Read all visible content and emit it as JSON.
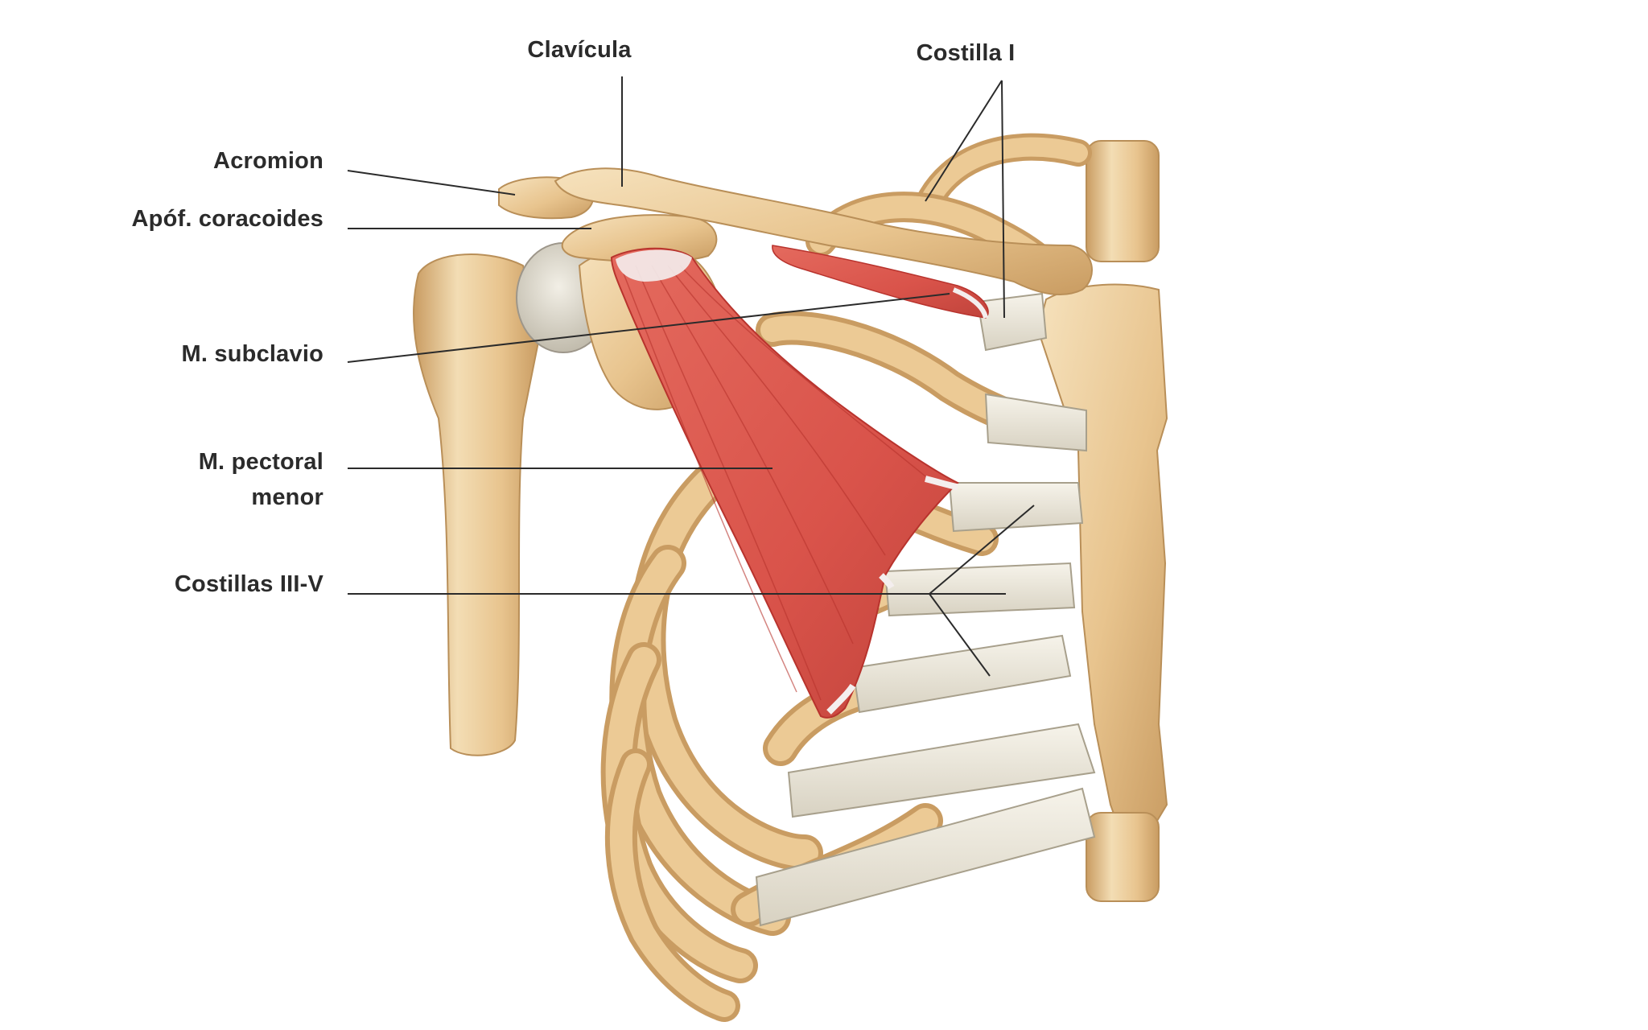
{
  "figure": {
    "labels": {
      "clavicula": "Clavícula",
      "costilla_i": "Costilla I",
      "acromion": "Acromion",
      "apof_coracoides": "Apóf. coracoides",
      "m_subclavio": "M. subclavio",
      "m_pectoral_menor_line1": "M. pectoral",
      "m_pectoral_menor_line2": "menor",
      "costillas_iii_v": "Costillas III-V"
    },
    "colors": {
      "bone": "#e8c48e",
      "bone_shadow": "#c99c62",
      "bone_highlight": "#f6e2bd",
      "cartilage": "#ece8dc",
      "muscle": "#d9534a",
      "muscle_dark": "#b8332d",
      "tendon": "#f4eeee",
      "leader_line": "#2b2b2b",
      "label_text": "#2b2b2b"
    }
  }
}
